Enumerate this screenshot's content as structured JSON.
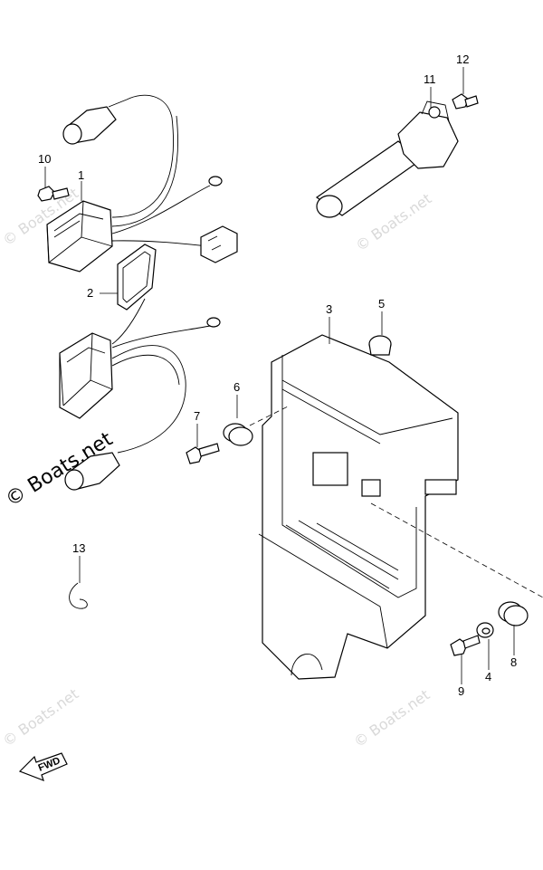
{
  "callouts": {
    "c1": "1",
    "c2": "2",
    "c3": "3",
    "c4": "4",
    "c5": "5",
    "c6": "6",
    "c7": "7",
    "c8": "8",
    "c9": "9",
    "c10": "10",
    "c11": "11",
    "c12": "12",
    "c13": "13"
  },
  "watermarks": {
    "main": "© Boats.net",
    "faint": "© Boats.net"
  },
  "fwd_label": "FWD",
  "colors": {
    "line": "#000000",
    "background": "#ffffff",
    "watermark": "#d9d9d9"
  }
}
